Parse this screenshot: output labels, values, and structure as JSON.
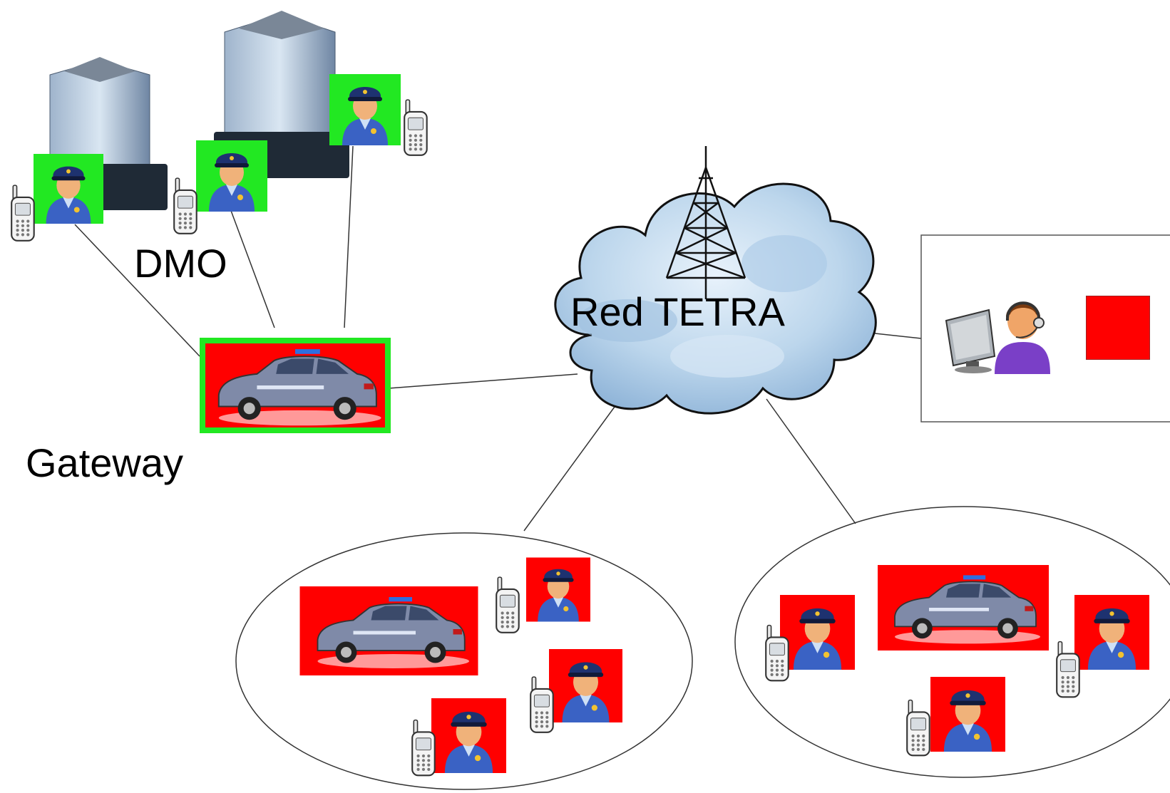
{
  "labels": {
    "cloud": "Red TETRA",
    "dmo": "DMO",
    "gateway": "Gateway"
  },
  "colors": {
    "active": "#22e822",
    "inactive": "#ff0000",
    "vehicle_body": "#7f8aa8",
    "uniform": "#3a62c4",
    "cloud_fill": "#bcd6ec"
  },
  "icons": {
    "building": "office-building-icon",
    "officer": "police-officer-icon",
    "radio": "handheld-radio-icon",
    "vehicle": "police-car-icon",
    "tower": "antenna-tower-icon",
    "dispatcher": "dispatcher-operator-icon"
  }
}
